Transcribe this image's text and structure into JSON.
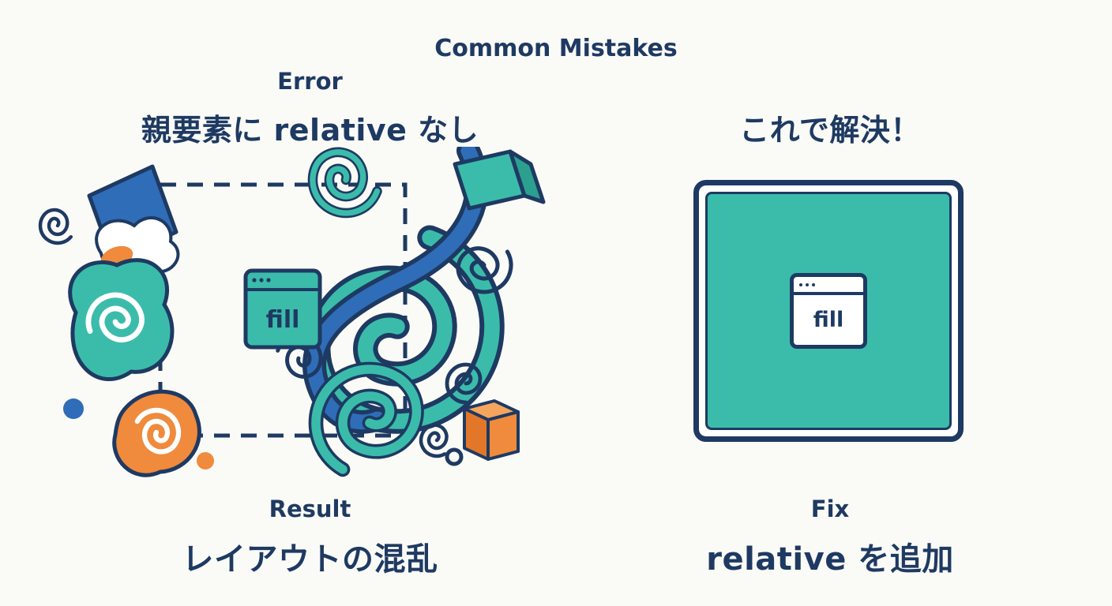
{
  "header": {
    "title": "Common Mistakes"
  },
  "left": {
    "label": "Error",
    "heading": "親要素に relative なし",
    "fill_label": "fill",
    "result_label": "Result",
    "result_text": "レイアウトの混乱"
  },
  "right": {
    "heading": "これで解決！",
    "fill_label": "fill",
    "fix_label": "Fix",
    "fix_text": "relative を追加"
  },
  "colors": {
    "navy": "#1e3a62",
    "teal": "#3bbcab",
    "teal_dark": "#2ba08f",
    "blue": "#2f6db8",
    "orange": "#f08a3c",
    "orange_light": "#f6a55f",
    "orange_dark": "#e2772a",
    "background": "#fafaf7"
  }
}
